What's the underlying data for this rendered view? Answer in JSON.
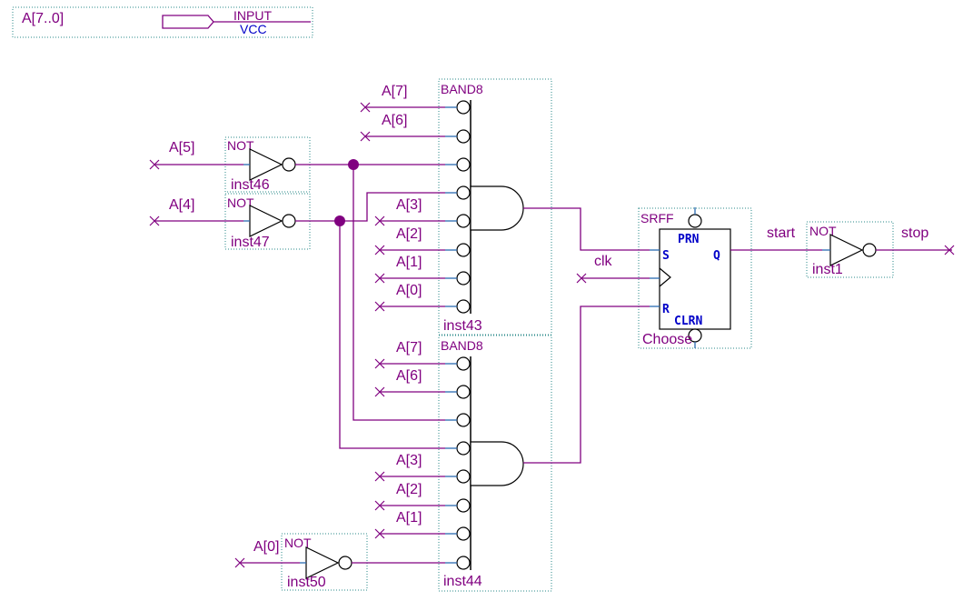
{
  "colors": {
    "wire": "#800080",
    "blue_wire": "#2a6ab0",
    "label": "#800080",
    "blue_text": "#0000c8",
    "gate": "#000000",
    "node": "#800080",
    "frame": "#2a8a8a"
  },
  "input_pin": {
    "name": "A[7..0]",
    "type": "INPUT",
    "default": "VCC"
  },
  "signals": {
    "a5": "A[5]",
    "a4": "A[4]",
    "a0_in": "A[0]",
    "clk": "clk",
    "start": "start",
    "stop": "stop"
  },
  "gates": {
    "not46": {
      "type": "NOT",
      "name": "inst46"
    },
    "not47": {
      "type": "NOT",
      "name": "inst47"
    },
    "not50": {
      "type": "NOT",
      "name": "inst50"
    },
    "not1": {
      "type": "NOT",
      "name": "inst1"
    },
    "band_top": {
      "type": "BAND8",
      "name": "inst43",
      "inputs": [
        "A[7]",
        "A[6]",
        "A[3]",
        "A[2]",
        "A[1]",
        "A[0]"
      ]
    },
    "band_bottom": {
      "type": "BAND8",
      "name": "inst44",
      "inputs": [
        "A[7]",
        "A[6]",
        "A[3]",
        "A[2]",
        "A[1]"
      ]
    },
    "srff": {
      "type": "SRFF",
      "name": "Choose",
      "pins": {
        "s": "S",
        "r": "R",
        "q": "Q",
        "prn": "PRN",
        "clrn": "CLRN"
      }
    }
  }
}
